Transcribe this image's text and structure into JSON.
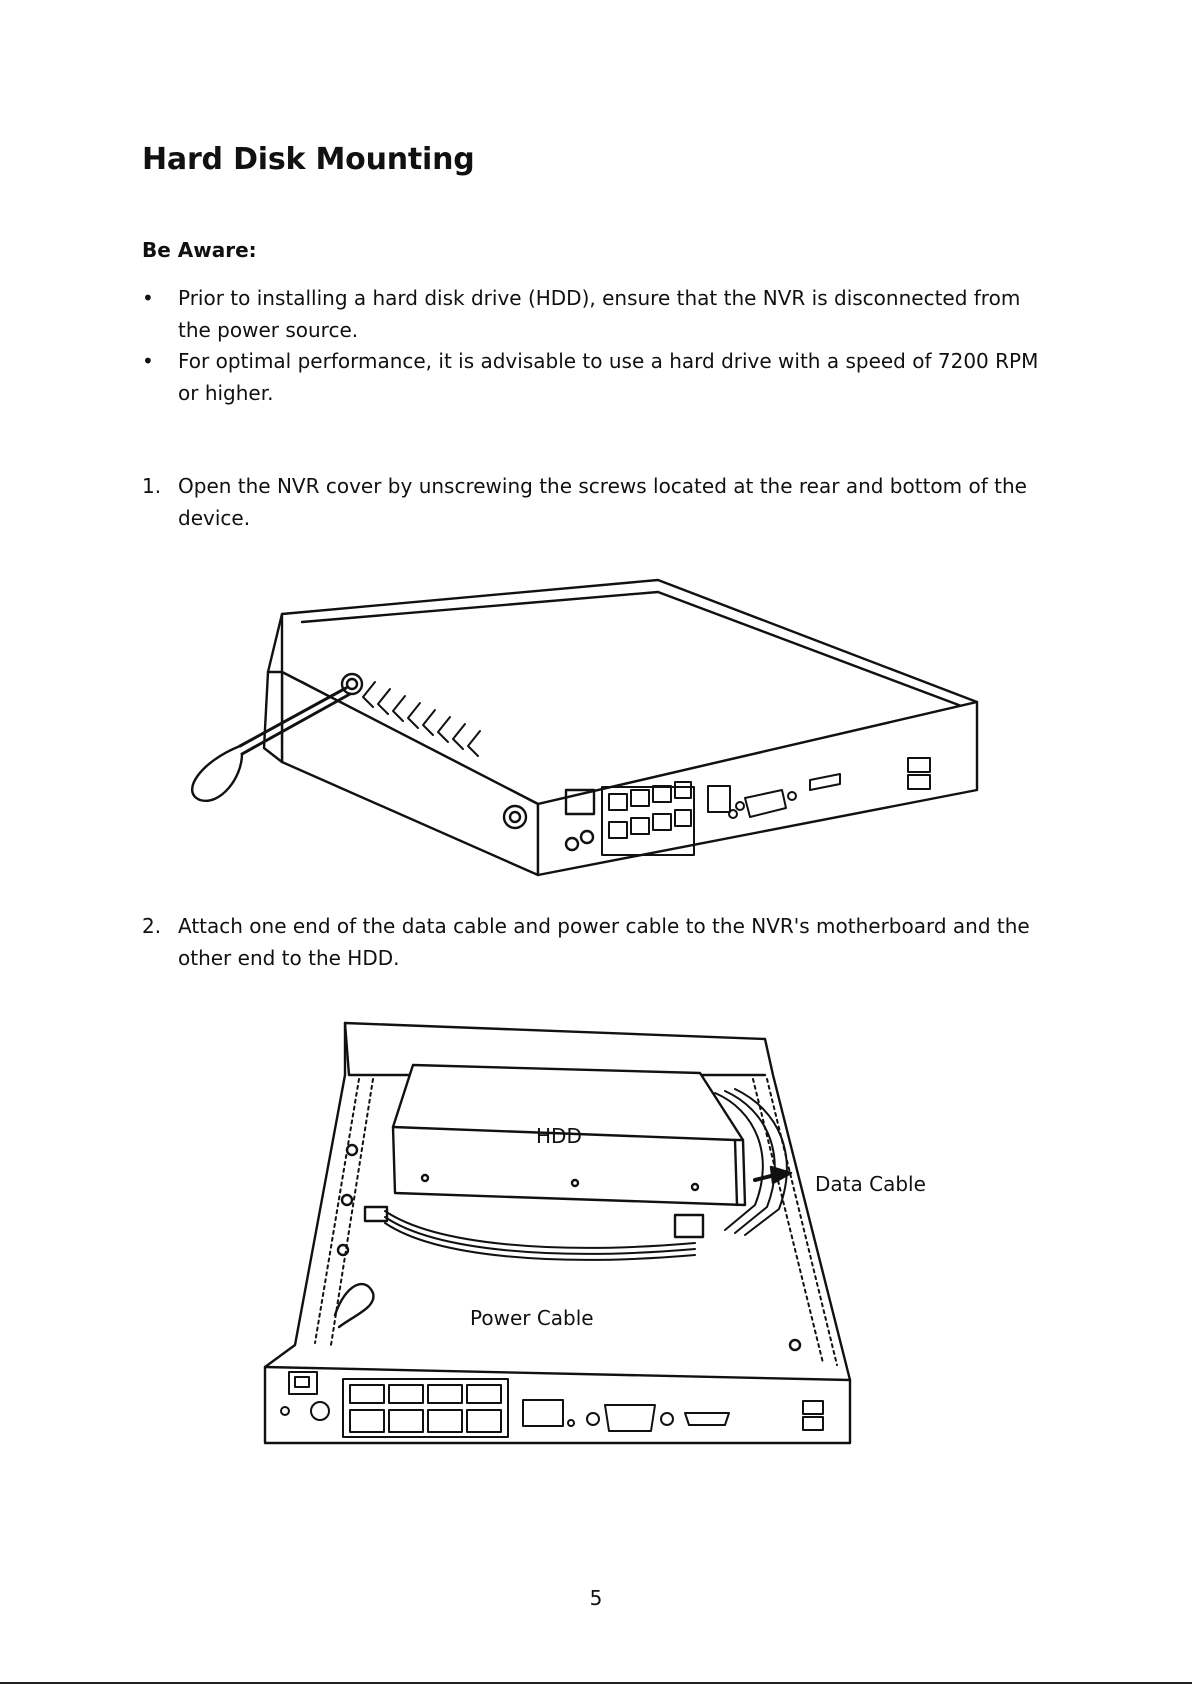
{
  "title": "Hard Disk Mounting",
  "aware_label": "Be Aware:",
  "bullets": [
    "Prior to installing a hard disk drive (HDD), ensure that the NVR is disconnected from the power source.",
    "For optimal performance, it is advisable to use a hard drive with a speed of 7200 RPM or higher."
  ],
  "bullet_glyph": "•",
  "steps": [
    {
      "number": "1.",
      "text": "Open the NVR cover by unscrewing the screws located at the rear and bottom of the device."
    },
    {
      "number": "2.",
      "text": "Attach one end of the data cable and power cable to the NVR's motherboard and the other end to the HDD."
    }
  ],
  "figure2_labels": {
    "hdd": "HDD",
    "data_cable": "Data Cable",
    "power_cable": "Power Cable"
  },
  "page_number": "5"
}
